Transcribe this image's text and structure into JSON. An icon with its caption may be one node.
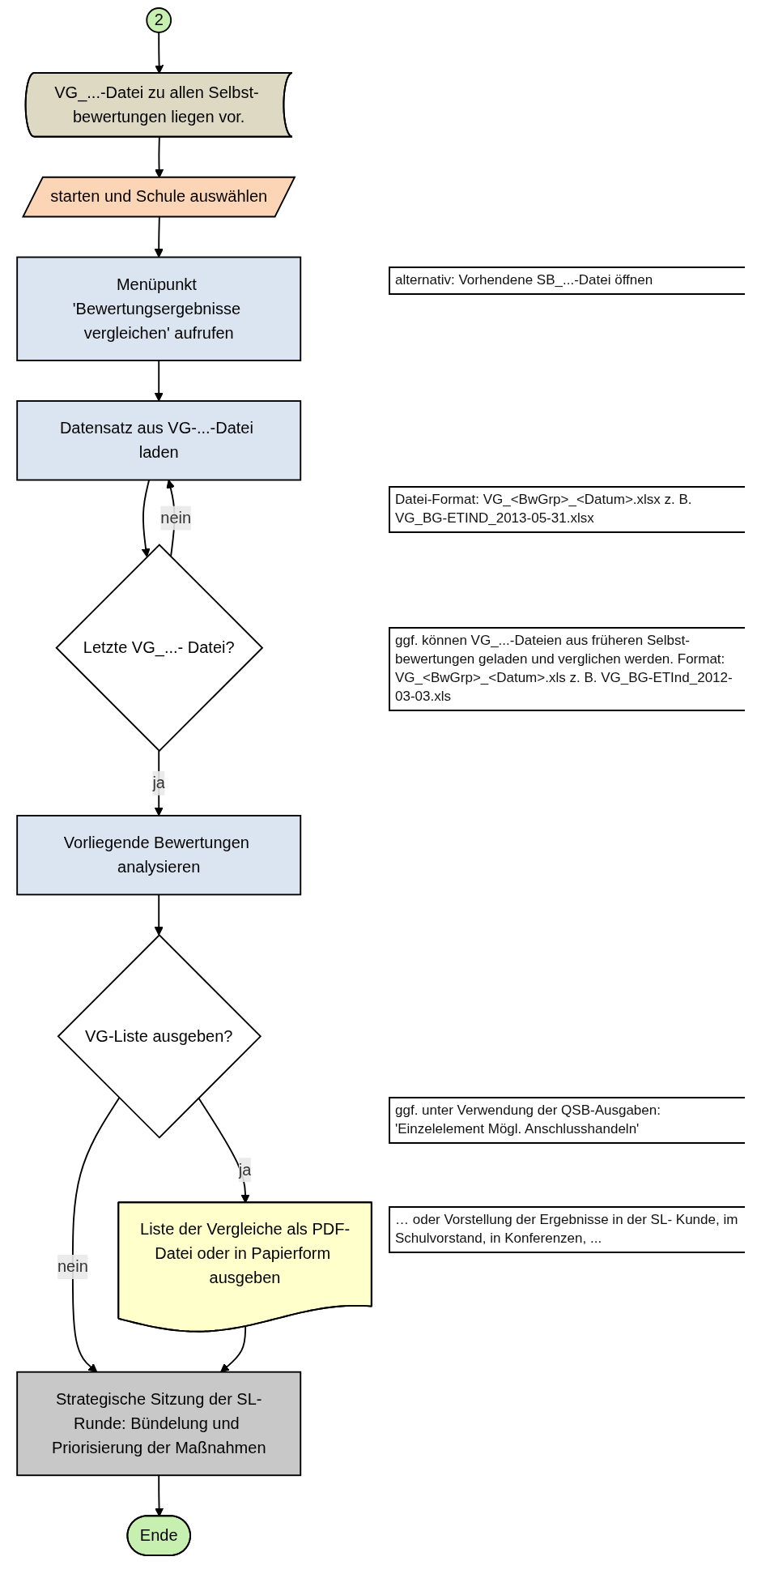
{
  "diagram": {
    "nodes": [
      {
        "text": [
          "2"
        ]
      },
      {
        "text": [
          "VG_...-Datei zu allen Selbst- bewertungen liegen vor."
        ]
      },
      {
        "text": [
          "starten und Schule auswählen"
        ]
      },
      {
        "text": [
          "Menüpunkt 'Bewertungsergebnisse vergleichen' aufrufen"
        ]
      },
      {
        "text": [
          "Datensatz aus VG-...-Datei laden"
        ]
      },
      {
        "text": [
          "Letzte VG_...- Datei?"
        ]
      },
      {
        "text": [
          "Vorliegende Bewertungen analysieren"
        ]
      },
      {
        "text": [
          "VG-Liste ausgeben?"
        ]
      },
      {
        "text": [
          "Liste der Vergleiche als PDF-Datei oder in Papierform ausgeben"
        ]
      },
      {
        "text": [
          "Strategische Sitzung der SL-Runde: Bündelung und Priorisierung der Maßnahmen"
        ]
      },
      {
        "text": [
          "Ende"
        ]
      }
    ],
    "edges": [
      {
        "from": 0,
        "to": 1,
        "arrow": "to"
      },
      {
        "from": 1,
        "to": 2,
        "arrow": "to"
      },
      {
        "from": 2,
        "to": 3,
        "arrow": "to"
      },
      {
        "from": 3,
        "to": 4,
        "arrow": "to"
      },
      {
        "from": 4,
        "to": 5,
        "arrow": "to"
      },
      {
        "from": 5,
        "to": 4,
        "label": "nein",
        "arrow": "to"
      },
      {
        "from": 5,
        "to": 6,
        "label": "ja",
        "arrow": "to"
      },
      {
        "from": 6,
        "to": 7,
        "arrow": "to"
      },
      {
        "from": 7,
        "to": 8,
        "label": "ja",
        "arrow": "to"
      },
      {
        "from": 7,
        "to": 9,
        "label": "nein",
        "arrow": "to"
      },
      {
        "from": 8,
        "to": 9,
        "arrow": "to"
      },
      {
        "from": 9,
        "to": 10,
        "arrow": "to"
      }
    ],
    "labels": [
      "alternativ: Vorhendene SB_...-Datei öffnen",
      "Datei-Format: VG_<BwGrp>_<Datum>.xlsx z. B. VG_BG-ETIND_2013-05-31.xlsx",
      "ggf. können VG_...-Dateien aus früheren Selbst- bewertungen geladen und verglichen werden. Format: VG_<BwGrp>_<Datum>.xls z. B. VG_BG-ETInd_2012-03-03.xls",
      "ggf. unter Verwendung der QSB-Ausgaben: 'Einzelelement Mögl. Anschlusshandeln'",
      "… oder Vorstellung der Ergebnisse in der SL- Kunde, im Schulvorstand, in Konferenzen, ..."
    ]
  }
}
